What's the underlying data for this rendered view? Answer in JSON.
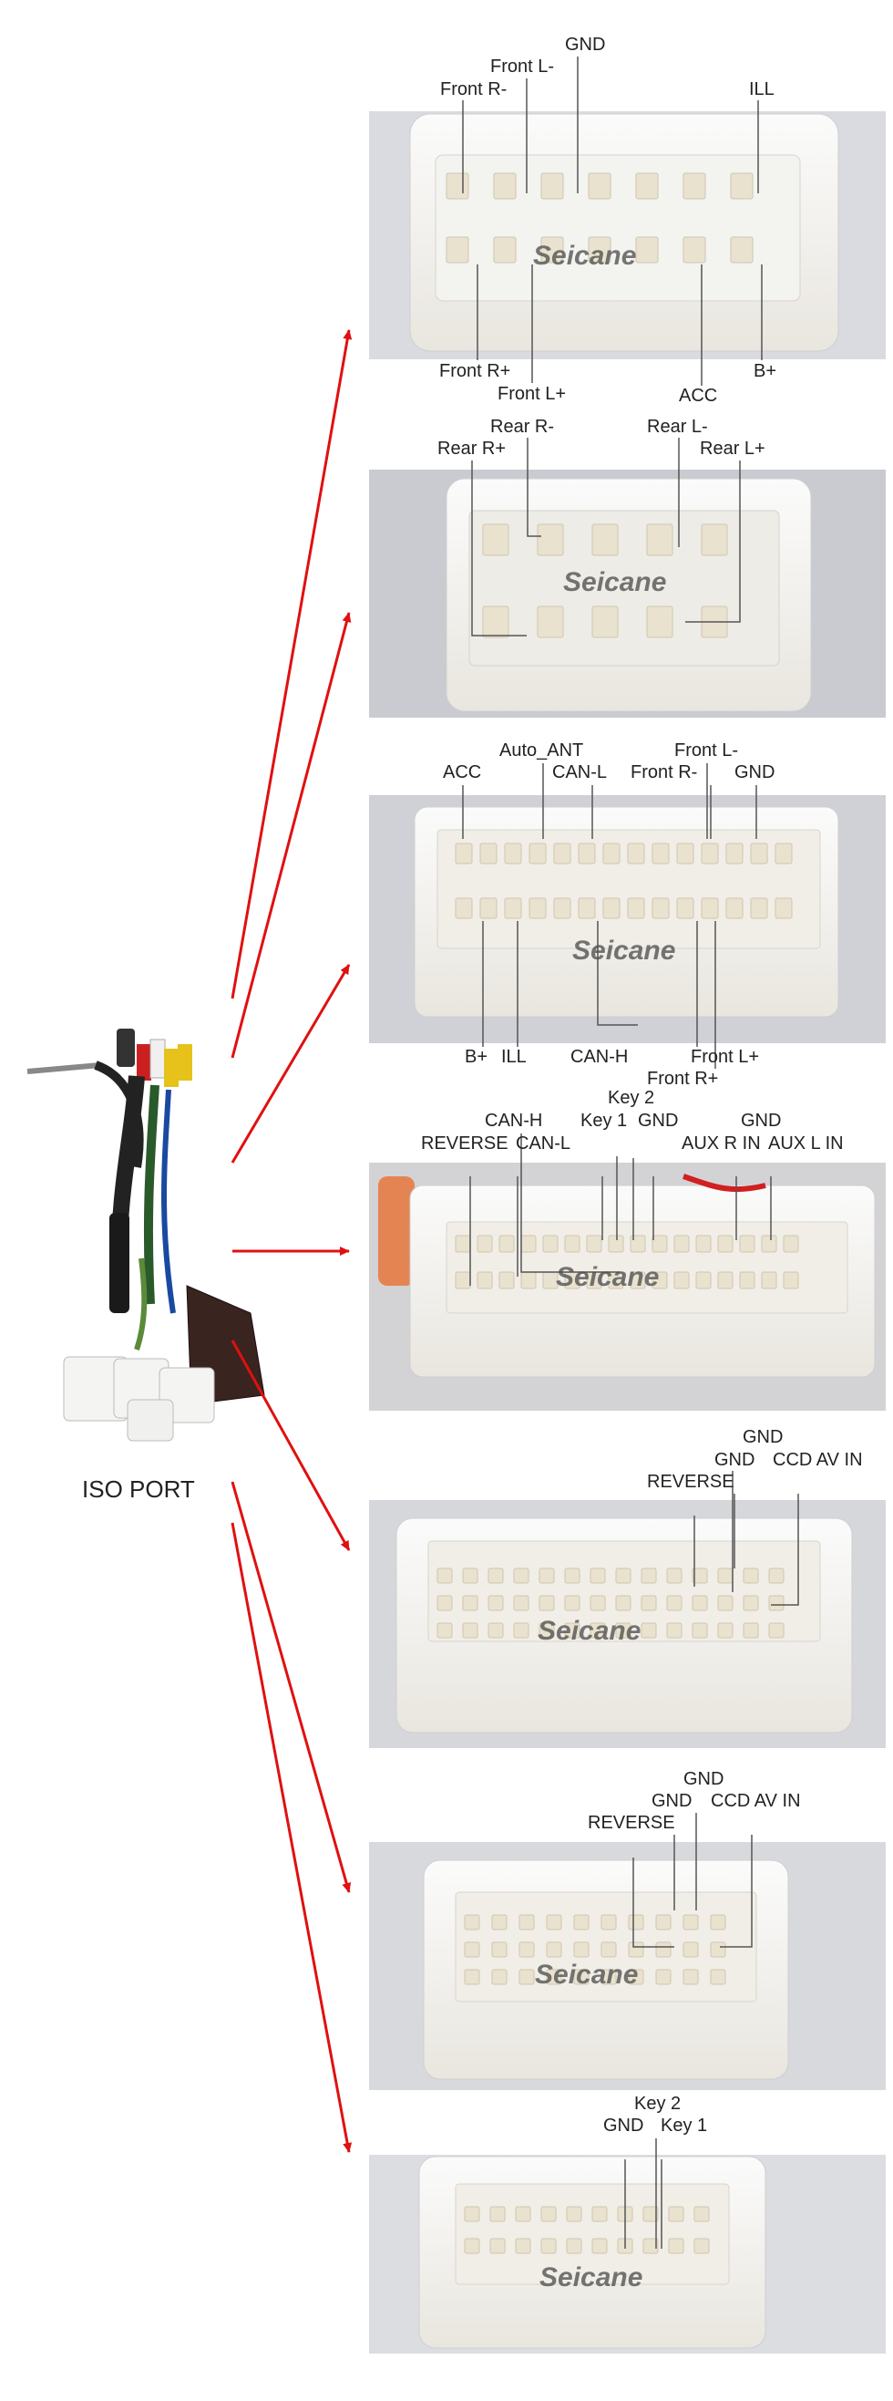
{
  "iso_label": "ISO PORT",
  "watermark": "Seicane",
  "colors": {
    "arrow": "#e01010",
    "leader": "#555555"
  },
  "panels": [
    {
      "labels": [
        "GND",
        "Front L-",
        "Front R-",
        "ILL",
        "Front R+",
        "Front L+",
        "ACC",
        "B+"
      ]
    },
    {
      "labels": [
        "Rear R-",
        "Rear L-",
        "Rear R+",
        "Rear L+"
      ]
    },
    {
      "labels": [
        "Auto_ANT",
        "Front L-",
        "ACC",
        "CAN-L",
        "Front R-",
        "GND",
        "B+",
        "ILL",
        "CAN-H",
        "Front L+",
        "Front R+"
      ]
    },
    {
      "labels": [
        "Key 2",
        "CAN-H",
        "GND",
        "Key 1",
        "GND",
        "REVERSE",
        "CAN-L",
        "AUX R IN",
        "AUX L IN"
      ]
    },
    {
      "labels": [
        "GND",
        "GND",
        "CCD AV IN",
        "REVERSE"
      ]
    },
    {
      "labels": [
        "GND",
        "GND",
        "CCD AV IN",
        "REVERSE"
      ]
    },
    {
      "labels": [
        "Key 2",
        "GND",
        "Key 1"
      ]
    }
  ]
}
